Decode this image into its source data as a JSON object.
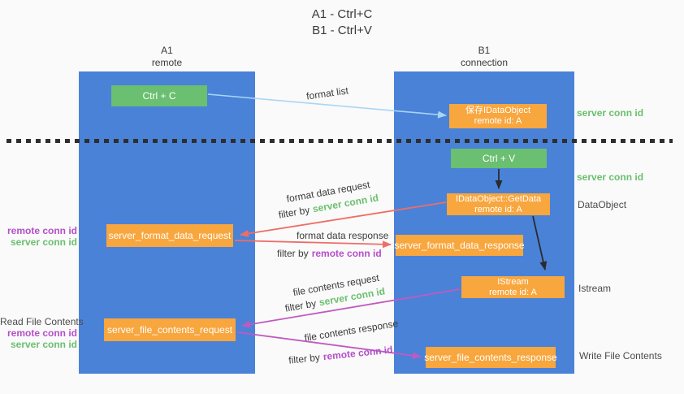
{
  "title": {
    "line1": "A1 - Ctrl+C",
    "line2": "B1 - Ctrl+V"
  },
  "lanes": {
    "left": {
      "name": "A1",
      "subtitle": "remote"
    },
    "right": {
      "name": "B1",
      "subtitle": "connection"
    }
  },
  "nodes": {
    "ctrl_c": {
      "label": "Ctrl + C"
    },
    "save_dataobject": {
      "line1": "保存IDataObject",
      "line2": "remote id: A"
    },
    "ctrl_v": {
      "label": "Ctrl + V"
    },
    "getdata": {
      "line1": "IDataObject::GetData",
      "line2": "remote id: A"
    },
    "server_format_data_request": {
      "label": "server_format_data_request"
    },
    "server_format_data_response": {
      "label": "server_format_data_response"
    },
    "istream": {
      "line1": "IStream",
      "line2": "remote id: A"
    },
    "server_file_contents_request": {
      "label": "server_file_contents_request"
    },
    "server_file_contents_response": {
      "label": "server_file_contents_response"
    }
  },
  "edge_labels": {
    "format_list": "format list",
    "format_data_request": "format data request",
    "format_data_response": "format data response",
    "file_contents_request": "file contents request",
    "file_contents_response": "file contents response",
    "filter_by": "filter by",
    "server_conn_id": "server conn id",
    "remote_conn_id": "remote conn id"
  },
  "side_labels": {
    "right_server_conn_id_top": "server conn id",
    "right_server_conn_id_mid": "server conn id",
    "right_dataobject": "DataObject",
    "right_istream": "Istream",
    "right_write_file_contents": "Write File Contents",
    "left_remote_conn_id_top": "remote conn id",
    "left_server_conn_id_top": "server conn id",
    "left_read_file_contents": "Read File Contents",
    "left_remote_conn_id_bottom": "remote conn id",
    "left_server_conn_id_bottom": "server conn id"
  },
  "colors": {
    "lane_blue": "#4a82d8",
    "box_green": "#6abf70",
    "box_orange": "#f8a63e",
    "text_green": "#6abf6e",
    "text_purple": "#b44fc8",
    "arrow_blue": "#a9d5f5",
    "arrow_salmon": "#ee6e66",
    "arrow_magenta": "#c05ac0",
    "arrow_black": "#2b2b2b",
    "divider_black": "#2e2e2e"
  }
}
